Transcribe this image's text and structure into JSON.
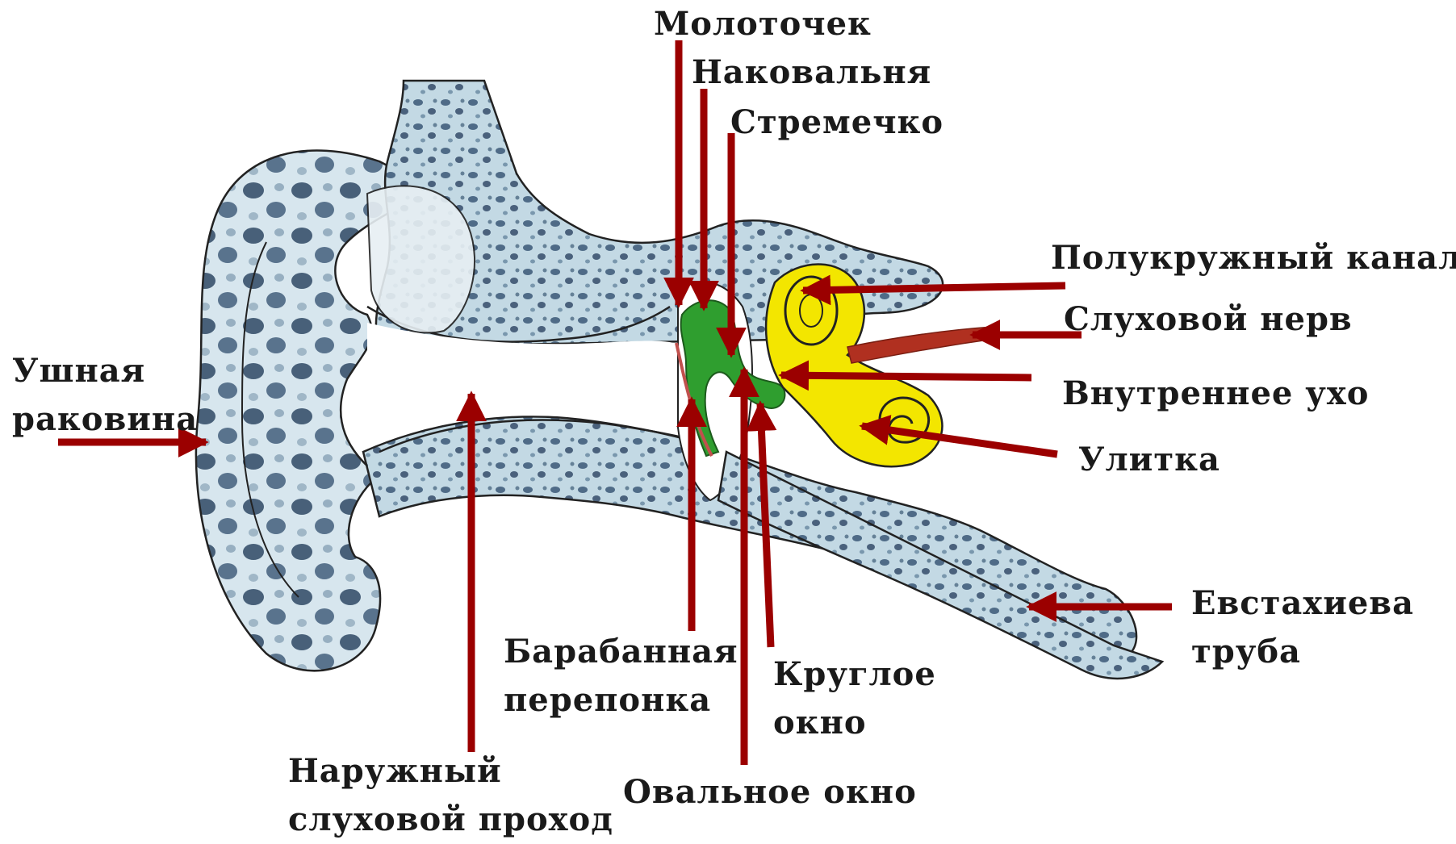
{
  "labels": {
    "malleus": "Молоточек",
    "incus": "Наковальня",
    "stapes": "Стремечко",
    "semicircular_canal": "Полукружный канал",
    "auditory_nerve": "Слуховой нерв",
    "inner_ear": "Внутреннее ухо",
    "cochlea": "Улитка",
    "eustachian_tube": [
      "Евстахиева",
      "труба"
    ],
    "round_window": [
      "Круглое",
      "окно"
    ],
    "oval_window": "Овальное окно",
    "eardrum": [
      "Барабанная",
      "перепонка"
    ],
    "ear_canal": [
      "Наружный",
      "слуховой проход"
    ],
    "auricle": [
      "Ушная",
      "раковина"
    ]
  },
  "colors": {
    "arrow": "#9b0000",
    "bone_fill": "#b9d3df",
    "bone_spot": "#2e4a66",
    "ossicles": "#2f9e2f",
    "labyrinth": "#f3e600",
    "outline": "#222222",
    "nerve": "#b03020"
  }
}
